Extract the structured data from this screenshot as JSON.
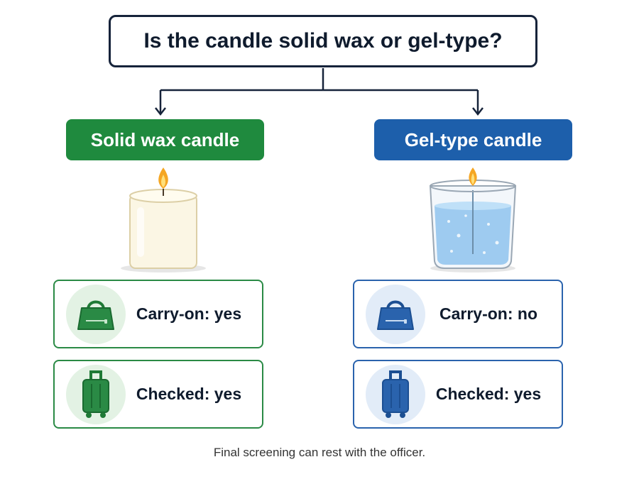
{
  "question": "Is the candle solid wax or gel-type?",
  "branches": [
    {
      "label": "Solid wax candle",
      "color": "#1f8a3e",
      "illustration_icon": "pillar-candle-icon",
      "rules": [
        {
          "icon": "handbag-icon",
          "text": "Carry-on: yes"
        },
        {
          "icon": "rolling-suitcase-icon",
          "text": "Checked: yes"
        }
      ]
    },
    {
      "label": "Gel-type candle",
      "color": "#1d5fab",
      "illustration_icon": "gel-candle-jar-icon",
      "rules": [
        {
          "icon": "handbag-icon",
          "text": "Carry-on: no"
        },
        {
          "icon": "rolling-suitcase-icon",
          "text": "Checked: yes"
        }
      ]
    }
  ],
  "footnote": "Final screening can rest with the officer."
}
